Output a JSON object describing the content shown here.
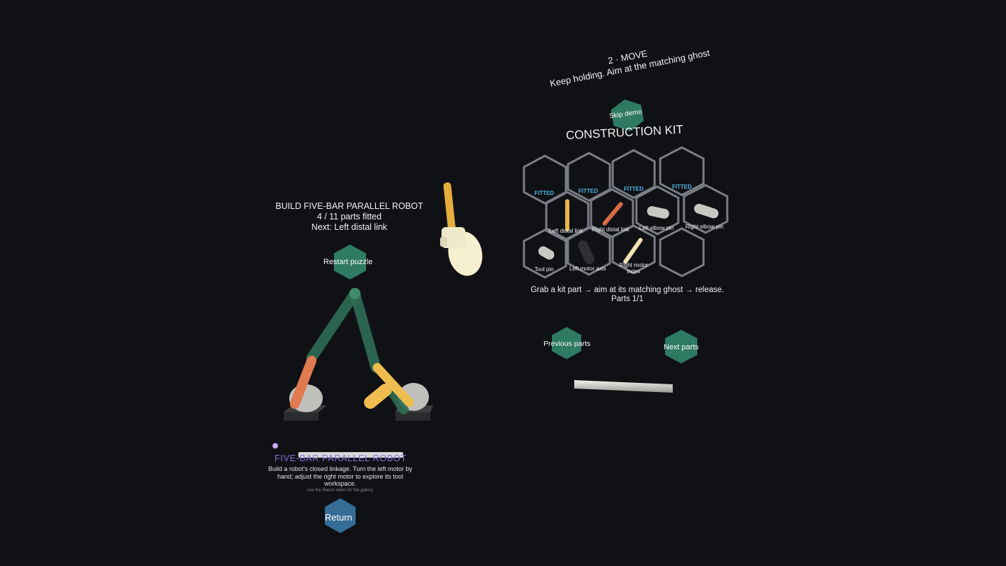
{
  "tutorial": {
    "step": "2 · MOVE",
    "hint": "Keep holding. Aim at the matching ghost"
  },
  "skip_demo_label": "Skip demo",
  "kit": {
    "title": "CONSTRUCTION KIT",
    "fitted_label": "FITTED",
    "parts": [
      {
        "label": "Left distal link"
      },
      {
        "label": "Right distal link"
      },
      {
        "label": "Left elbow pin"
      },
      {
        "label": "Right elbow pin"
      },
      {
        "label": "Tool pin"
      },
      {
        "label": "Left motor axis"
      },
      {
        "label": "Right motor index"
      }
    ],
    "instruction": "Grab a kit part → aim at its matching ghost → release. Parts 1/1",
    "prev_label": "Previous parts",
    "next_label": "Next parts"
  },
  "build": {
    "title": "BUILD FIVE-BAR PARALLEL ROBOT",
    "progress": "4 / 11 parts fitted",
    "next": "Next: Left distal link",
    "restart_label": "Restart puzzle"
  },
  "gallery": {
    "title": "FIVE-BAR PARALLEL ROBOT",
    "description": "Build a robot's closed linkage. Turn the left motor by hand; adjust the right motor to explore its tool workspace.",
    "footnote": "use the Return token for the gallery",
    "return_label": "Return"
  },
  "colors": {
    "accent_green": "#2e7a62",
    "accent_blue": "#356d96",
    "fitted": "#4fb7e3",
    "title_purple": "#8e6fd6"
  }
}
